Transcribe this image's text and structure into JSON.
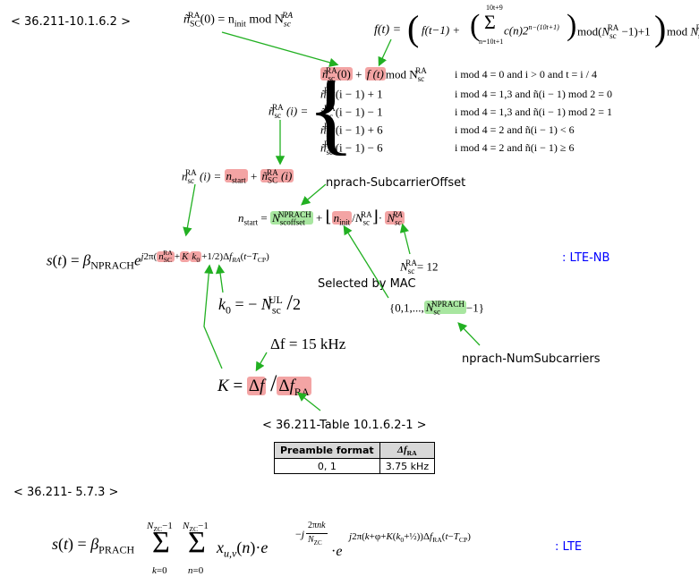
{
  "refs": {
    "ref1": "< 36.211-10.1.6.2 >",
    "ref2": "< 36.211-Table 10.1.6.2-1 >",
    "ref3": "< 36.211- 5.7.3 >"
  },
  "tags": {
    "lte_nb": ": LTE-NB",
    "lte": ": LTE"
  },
  "labels": {
    "subcarrier_offset": "nprach-SubcarrierOffset",
    "selected_by_mac": "Selected by MAC",
    "num_subcarriers": "nprach-NumSubcarriers"
  },
  "equations": {
    "n_init_lhs": "ñ",
    "n_init_rest": "(0) = n",
    "n_init_mod": " mod N",
    "f_lhs": "f(t) =",
    "f_rhs": "f(t−1) + Σ c(n) 2^(n−(10t+1)) mod(N − 1) + 1 mod N",
    "f_sum_top": "10t+9",
    "f_sum_bottom": "n=10t+1",
    "cases_lhs": "ñ(i) =",
    "case1": "ñ(0) + f(t)",
    "case1_mod": "mod N",
    "case2": "ñ(i − 1) + 1",
    "case3": "ñ(i − 1) − 1",
    "case4": "ñ(i − 1) + 6",
    "case5": "ñ(i − 1) − 6",
    "cond1": "i mod 4 = 0 and i > 0 and t = i / 4",
    "cond2": "i mod 4 = 1,3 and ñ(i − 1) mod 2 = 0",
    "cond3": "i mod 4 = 1,3 and ñ(i − 1) mod 2 = 1",
    "cond4": "i mod 4 = 2 and ñ(i − 1) < 6",
    "cond5": "i mod 4 = 2 and ñ(i − 1) ≥ 6",
    "nsc_lhs": "n(i) =",
    "nsc_start": "n",
    "nsc_plus": "+",
    "nsc_tilde": "ñ(i)",
    "nstart_lhs": "n",
    "nstart_eq": "=",
    "nstart_offset": "N",
    "nstart_floor": "n / N",
    "nstart_last": "N",
    "nsc_ra_12": "= 12",
    "s_nb": "s(t) = β",
    "s_nb_exp": "j2π(n + Kk + 1/2)Δf(t−T)",
    "k0": "k",
    "k0_rhs": "= − N",
    "k0_div": "/2",
    "delta_f": "Δf = 15 kHz",
    "K_lhs": "K =",
    "K_df": "Δf",
    "K_slash": "/",
    "K_dfra": "Δf",
    "set": "{0,1,...,",
    "set_n": "N",
    "set_end": "−1}",
    "s_lte": "s(t) = β",
    "s_lte_sum1_top": "N −1",
    "s_lte_sum1_bot": "k=0",
    "s_lte_sum2_top": "N −1",
    "s_lte_sum2_bot": "n=0",
    "s_lte_x": "x(n) · e",
    "s_lte_exp1": "−j 2πnk / N",
    "s_lte_exp2": "· e^(j2π(k+φ+K(k+½))Δf(t−T))"
  },
  "table": {
    "headers": [
      "Preamble format",
      "Δf"
    ],
    "rows": [
      [
        "0, 1",
        "3.75 kHz"
      ]
    ]
  }
}
